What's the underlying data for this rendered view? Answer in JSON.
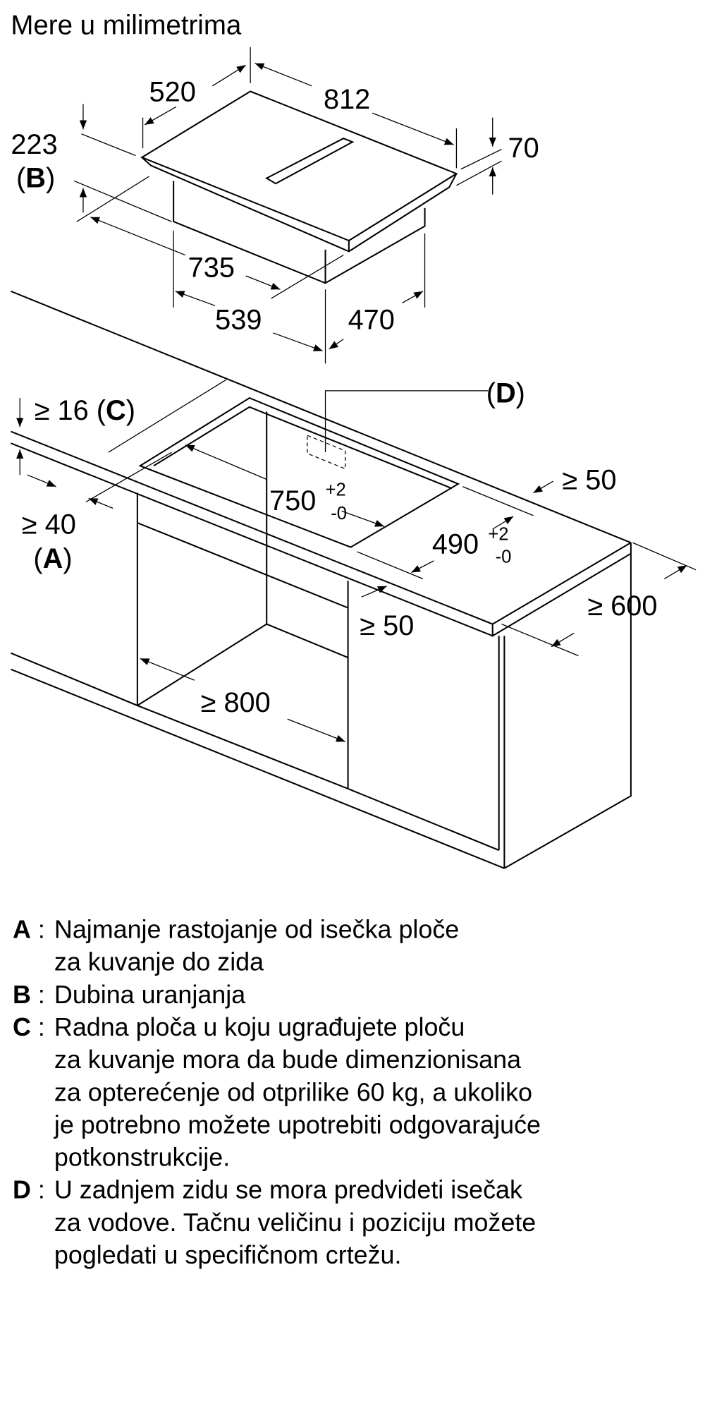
{
  "title": "Mere u milimetrima",
  "dimensions": {
    "d520": "520",
    "d812": "812",
    "d223": "223",
    "B_open": "(",
    "B": "B",
    "B_close": ")",
    "d70": "70",
    "d735": "735",
    "d539": "539",
    "d470": "470",
    "D_open": "(",
    "D": "D",
    "D_close": ")",
    "c16": "≥ 16 (",
    "C": "C",
    "C_close": ")",
    "d750": "750",
    "d750_plus": "+2",
    "d750_minus": "-0",
    "d490": "490",
    "d490_plus": "+2",
    "d490_minus": "-0",
    "ge50_back": "≥ 50",
    "ge40": "≥ 40",
    "A_open": "(",
    "A": "A",
    "A_close": ")",
    "ge600": "≥ 600",
    "ge50_front": "≥ 50",
    "ge800": "≥ 800"
  },
  "legend": [
    {
      "key": "A",
      "lines": [
        "Najmanje rastojanje od isečka ploče",
        "za kuvanje do zida"
      ]
    },
    {
      "key": "B",
      "lines": [
        "Dubina uranjanja"
      ]
    },
    {
      "key": "C",
      "lines": [
        "Radna ploča u koju ugrađujete ploču",
        "za kuvanje mora da bude dimenzionisana",
        "za opterećenje od otprilike 60 kg, a ukoliko",
        "je potrebno možete upotrebiti odgovarajuće",
        "potkonstrukcije."
      ]
    },
    {
      "key": "D",
      "lines": [
        "U zadnjem zidu se mora predvideti isečak",
        "za vodove. Tačnu veličinu i poziciju možete",
        "pogledati u specifičnom crtežu."
      ]
    }
  ]
}
